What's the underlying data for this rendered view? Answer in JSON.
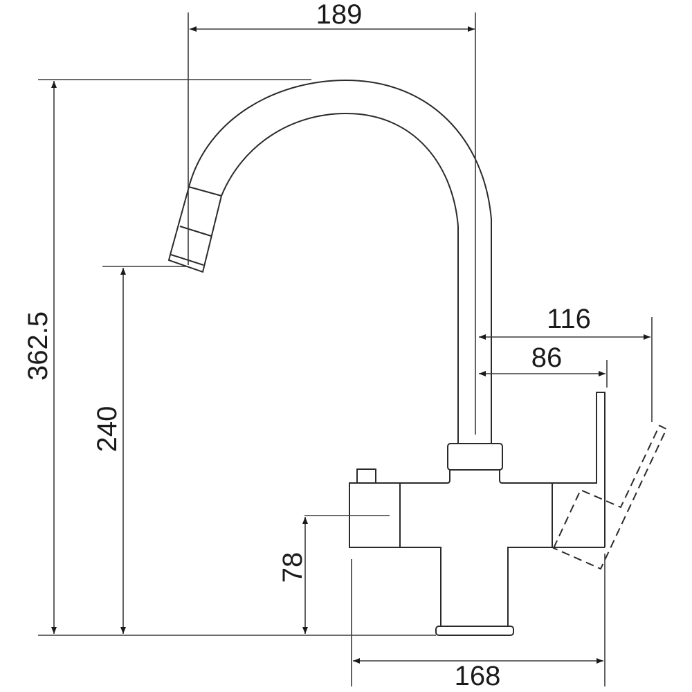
{
  "drawing": {
    "title": "Kitchen faucet dimension drawing",
    "units": "mm",
    "line_color": "#2a2a2a",
    "dimensions": {
      "spout_reach": "189",
      "total_height": "362.5",
      "spout_outlet_height": "240",
      "side_valve_height": "78",
      "lever_open_reach": "116",
      "lever_closed_reach": "86",
      "body_width": "168"
    }
  }
}
